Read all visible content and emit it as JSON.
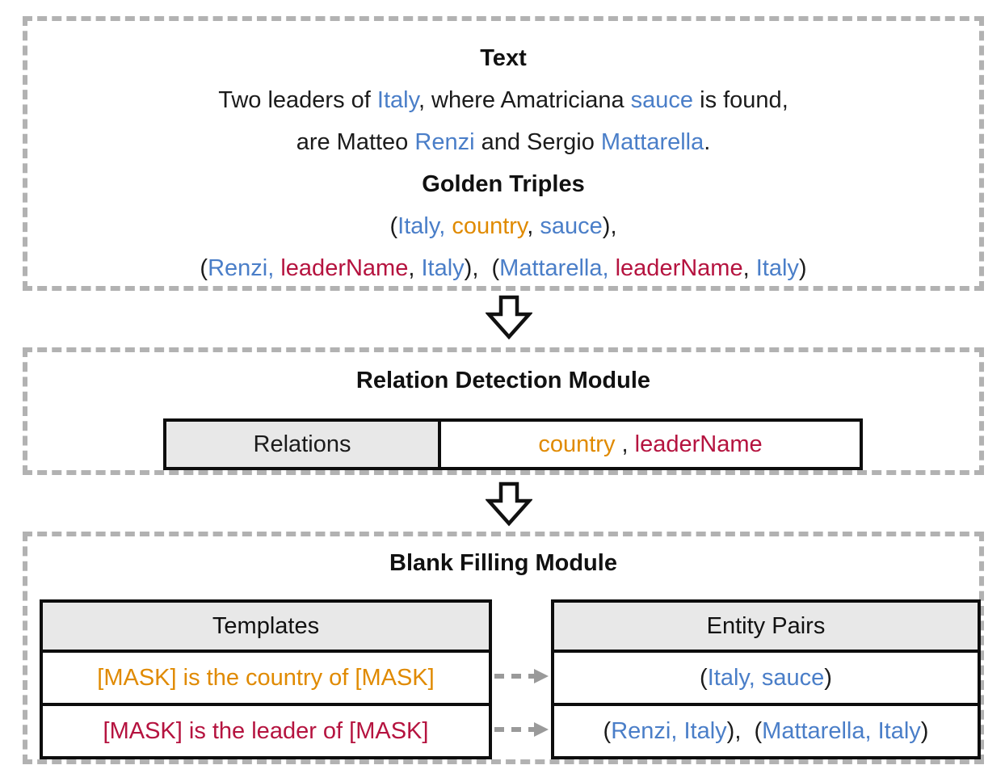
{
  "colors": {
    "black": "#1b1b1b",
    "blue": "#4a7ec8",
    "orange": "#e08a00",
    "crimson": "#b5133f",
    "box_border": "#b2b2b2",
    "table_border": "#0d0d0d",
    "header_fill": "#e8e8e8",
    "connector_gray": "#9a9a9a"
  },
  "text_box": {
    "title": "Text",
    "sentence_lines": [
      [
        {
          "t": "Two leaders of ",
          "c": "black"
        },
        {
          "t": "Italy",
          "c": "blue"
        },
        {
          "t": ", where Amatriciana ",
          "c": "black"
        },
        {
          "t": "sauce",
          "c": "blue"
        },
        {
          "t": " is found,",
          "c": "black"
        }
      ],
      [
        {
          "t": "are Matteo ",
          "c": "black"
        },
        {
          "t": "Renzi",
          "c": "blue"
        },
        {
          "t": " and Sergio ",
          "c": "black"
        },
        {
          "t": "Mattarella",
          "c": "blue"
        },
        {
          "t": ".",
          "c": "black"
        }
      ]
    ],
    "golden_title": "Golden Triples",
    "triple_lines": [
      [
        {
          "t": "(",
          "c": "black"
        },
        {
          "t": "Italy,",
          "c": "blue"
        },
        {
          "t": " ",
          "c": "black"
        },
        {
          "t": "country",
          "c": "orange"
        },
        {
          "t": ", ",
          "c": "black"
        },
        {
          "t": "sauce",
          "c": "blue"
        },
        {
          "t": "),",
          "c": "black"
        }
      ],
      [
        {
          "t": "(",
          "c": "black"
        },
        {
          "t": "Renzi,",
          "c": "blue"
        },
        {
          "t": " ",
          "c": "black"
        },
        {
          "t": "leaderName",
          "c": "crimson"
        },
        {
          "t": ", ",
          "c": "black"
        },
        {
          "t": "Italy",
          "c": "blue"
        },
        {
          "t": "),  (",
          "c": "black"
        },
        {
          "t": "Mattarella,",
          "c": "blue"
        },
        {
          "t": " ",
          "c": "black"
        },
        {
          "t": "leaderName",
          "c": "crimson"
        },
        {
          "t": ", ",
          "c": "black"
        },
        {
          "t": "Italy",
          "c": "blue"
        },
        {
          "t": ")",
          "c": "black"
        }
      ]
    ]
  },
  "relation_module": {
    "title": "Relation Detection Module",
    "table": {
      "header": "Relations",
      "value_tokens": [
        {
          "t": "country",
          "c": "orange"
        },
        {
          "t": " , ",
          "c": "black"
        },
        {
          "t": "leaderName",
          "c": "crimson"
        }
      ]
    }
  },
  "blank_module": {
    "title": "Blank Filling Module",
    "templates": {
      "header": "Templates",
      "rows": [
        [
          {
            "t": "[MASK] is the country of [MASK]",
            "c": "orange"
          }
        ],
        [
          {
            "t": "[MASK] is the leader of [MASK]",
            "c": "crimson"
          }
        ]
      ]
    },
    "entity_pairs": {
      "header": "Entity Pairs",
      "rows": [
        [
          {
            "t": "(",
            "c": "black"
          },
          {
            "t": "Italy, sauce",
            "c": "blue"
          },
          {
            "t": ")",
            "c": "black"
          }
        ],
        [
          {
            "t": "(",
            "c": "black"
          },
          {
            "t": "Renzi, Italy",
            "c": "blue"
          },
          {
            "t": "),  (",
            "c": "black"
          },
          {
            "t": "Mattarella, Italy",
            "c": "blue"
          },
          {
            "t": ")",
            "c": "black"
          }
        ]
      ]
    }
  }
}
